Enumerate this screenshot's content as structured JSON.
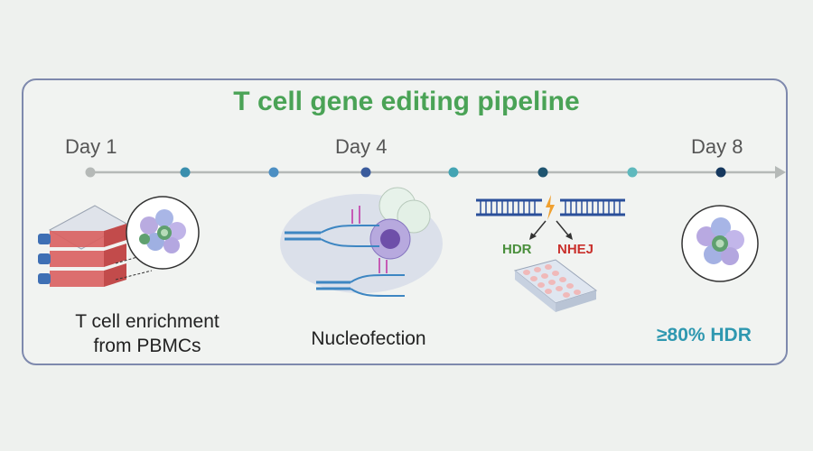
{
  "title": "T cell gene editing pipeline",
  "timeline": {
    "day1": "Day 1",
    "day4": "Day 4",
    "day8": "Day 8"
  },
  "steps": {
    "enrichment_line1": "T cell enrichment",
    "enrichment_line2": "from PBMCs",
    "nucleofection": "Nucleofection",
    "hdr": "HDR",
    "nhej": "NHEJ",
    "result": "≥80% HDR"
  },
  "colors": {
    "title": "#4aa356",
    "border": "#7e89ad",
    "hdr": "#4a8f3c",
    "nhej": "#c9302c",
    "result": "#2f98b0"
  }
}
